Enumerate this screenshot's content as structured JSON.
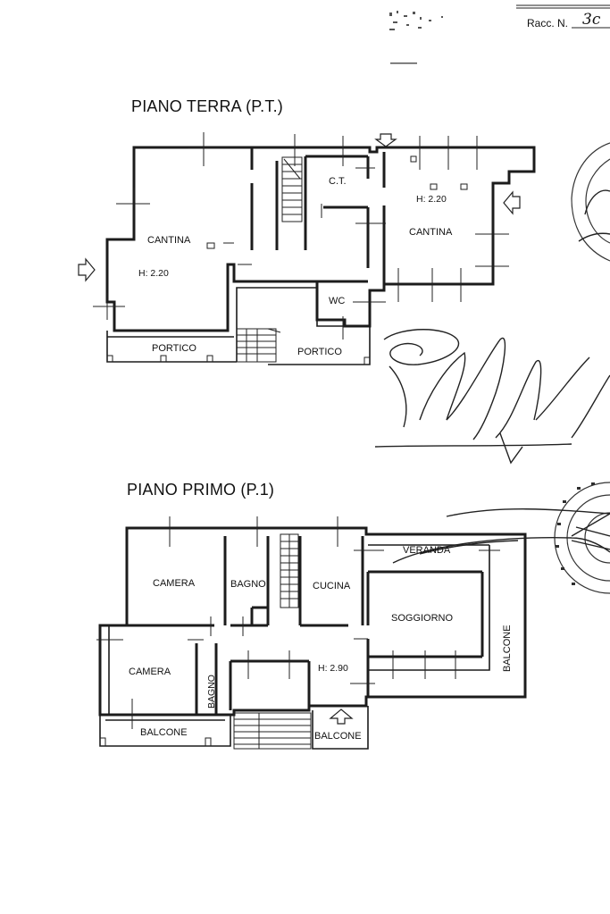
{
  "header": {
    "racc_label": "Racc. N.",
    "racc_number": "3c"
  },
  "ground_floor": {
    "title": "PIANO TERRA (P.T.)",
    "rooms": {
      "cantina_left": "CANTINA",
      "height_left": "H: 2.20",
      "ct": "C.T.",
      "cantina_right": "CANTINA",
      "height_right": "H: 2.20",
      "wc": "WC",
      "portico_left": "PORTICO",
      "portico_right": "PORTICO"
    }
  },
  "first_floor": {
    "title": "PIANO PRIMO (P.1)",
    "rooms": {
      "camera_top": "CAMERA",
      "bagno_top": "BAGNO",
      "cucina": "CUCINA",
      "veranda": "VERANDA",
      "soggiorno": "SOGGIORNO",
      "balcone_right": "BALCONE",
      "camera_bottom": "CAMERA",
      "bagno_side": "BAGNO",
      "height": "H: 2.90",
      "balcone_left": "BALCONE",
      "balcone_center": "BALCONE"
    }
  }
}
